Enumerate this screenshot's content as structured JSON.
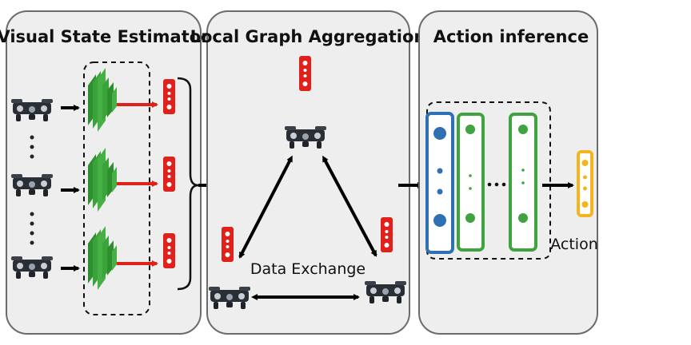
{
  "panels": {
    "visual_state_estimator": {
      "title": "Visual State Estimator"
    },
    "local_graph_aggregation": {
      "title": "Local Graph Aggregation"
    },
    "action_inference": {
      "title": "Action inference"
    }
  },
  "labels": {
    "data_exchange": "Data Exchange",
    "action": "Action"
  },
  "colors": {
    "panel_fill": "#eeeeee",
    "panel_stroke": "#6b6b6b",
    "cnn_green": "#3aa33a",
    "feature_red": "#e0201b",
    "blue_vector": "#2f6fb4",
    "green_vector": "#3fa33f",
    "action_yellow": "#f2b51f",
    "drone_dark": "#2a2f36"
  },
  "icons": [
    "drone-icon",
    "cnn-layers-icon",
    "feature-vector-icon",
    "ellipsis-icon"
  ]
}
